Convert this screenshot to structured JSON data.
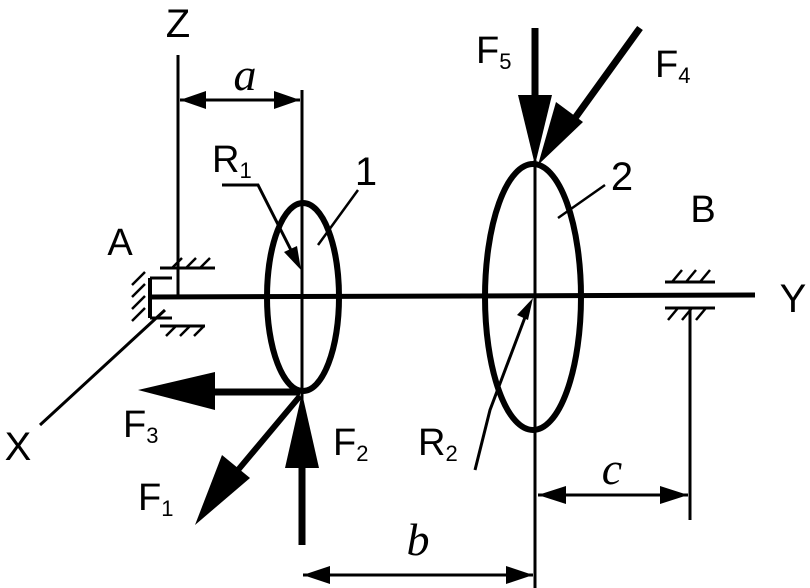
{
  "axes": {
    "z": "Z",
    "y": "Y",
    "x": "X"
  },
  "supports": {
    "a": "A",
    "b": "B"
  },
  "dimensions": {
    "a": "a",
    "b": "b",
    "c": "c"
  },
  "gears": {
    "g1": "1",
    "g2": "2"
  },
  "radii": {
    "r1": {
      "main": "R",
      "sub": "1"
    },
    "r2": {
      "main": "R",
      "sub": "2"
    }
  },
  "forces": {
    "f1": {
      "main": "F",
      "sub": "1"
    },
    "f2": {
      "main": "F",
      "sub": "2"
    },
    "f3": {
      "main": "F",
      "sub": "3"
    },
    "f4": {
      "main": "F",
      "sub": "4"
    },
    "f5": {
      "main": "F",
      "sub": "5"
    }
  }
}
